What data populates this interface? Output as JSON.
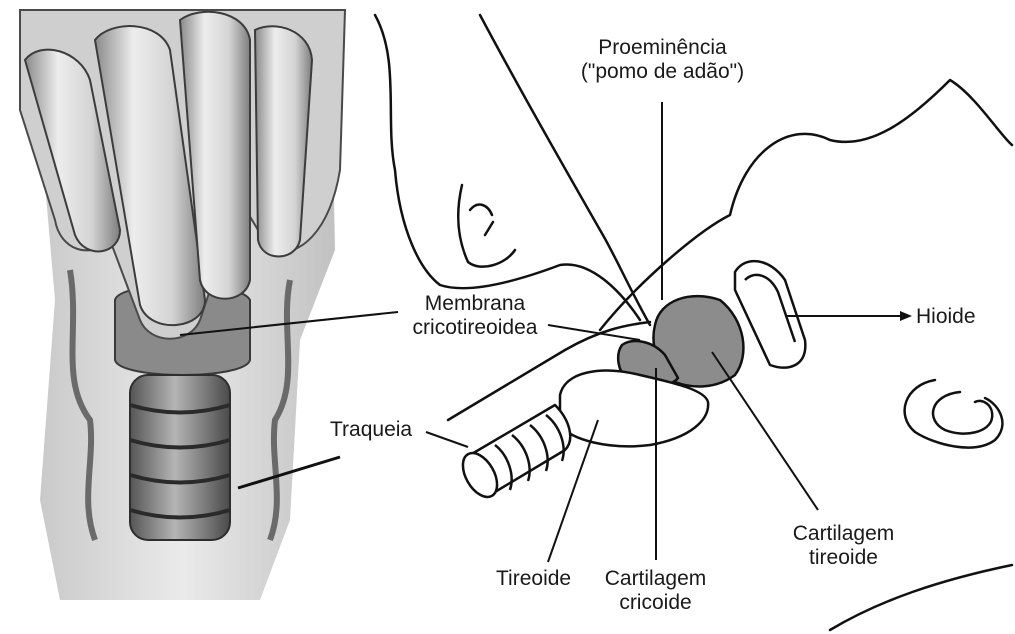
{
  "labels": {
    "proeminencia_line1": "Proeminência",
    "proeminencia_line2": "(\"pomo de adão\")",
    "membrana_line1": "Membrana",
    "membrana_line2": "cricotireoidea",
    "hioide": "Hioide",
    "traqueia": "Traqueia",
    "tireoide": "Tireoide",
    "cricoide_line1": "Cartilagem",
    "cricoide_line2": "cricoide",
    "tireoide_cart_line1": "Cartilagem",
    "tireoide_cart_line2": "tireoide"
  },
  "colors": {
    "cartilage_fill": "#8c8c8c",
    "outline": "#111111",
    "skin": "#e6e6e6"
  }
}
